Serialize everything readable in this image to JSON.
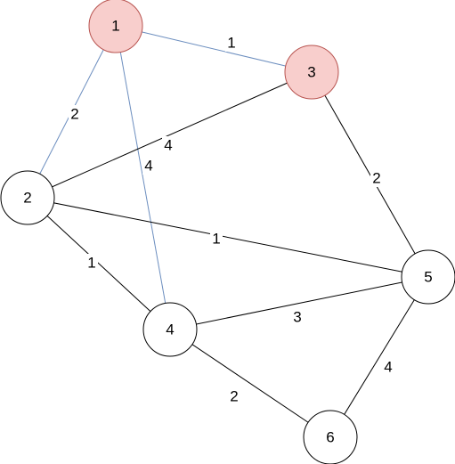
{
  "colors": {
    "background": "#ffffff",
    "node_fill_default": "#ffffff",
    "node_fill_highlight": "#f8cecc",
    "node_stroke_default": "#000000",
    "node_stroke_highlight": "#b85450",
    "edge_default": "#000000",
    "edge_blue": "#6c8ebf",
    "label_bg": "#ffffff",
    "text": "#000000"
  },
  "nodes": [
    {
      "id": "1",
      "label": "1",
      "highlighted": true
    },
    {
      "id": "2",
      "label": "2",
      "highlighted": false
    },
    {
      "id": "3",
      "label": "3",
      "highlighted": true
    },
    {
      "id": "4",
      "label": "4",
      "highlighted": false
    },
    {
      "id": "5",
      "label": "5",
      "highlighted": false
    },
    {
      "id": "6",
      "label": "6",
      "highlighted": false
    }
  ],
  "edges": [
    {
      "from": "1",
      "to": "3",
      "weight": "1",
      "style": "blue"
    },
    {
      "from": "1",
      "to": "2",
      "weight": "2",
      "style": "blue"
    },
    {
      "from": "1",
      "to": "4",
      "weight": "4",
      "style": "blue"
    },
    {
      "from": "2",
      "to": "3",
      "weight": "4",
      "style": "default"
    },
    {
      "from": "2",
      "to": "5",
      "weight": "1",
      "style": "default"
    },
    {
      "from": "2",
      "to": "4",
      "weight": "1",
      "style": "default"
    },
    {
      "from": "3",
      "to": "5",
      "weight": "2",
      "style": "default"
    },
    {
      "from": "4",
      "to": "5",
      "weight": "3",
      "style": "default"
    },
    {
      "from": "4",
      "to": "6",
      "weight": "2",
      "style": "default"
    },
    {
      "from": "5",
      "to": "6",
      "weight": "4",
      "style": "default"
    }
  ]
}
